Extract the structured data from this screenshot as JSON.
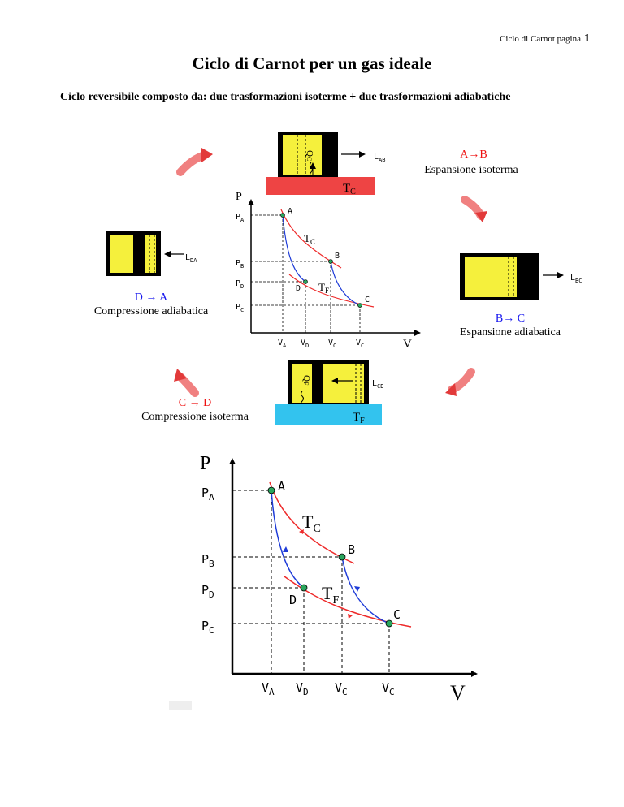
{
  "header": {
    "text": "Ciclo di Carnot  pagina",
    "page": "1"
  },
  "title": "Ciclo di Carnot per un gas ideale",
  "intro": "Ciclo reversibile composto da: due trasformazioni isoterme + due trasformazioni adiabatiche",
  "stages": {
    "ab": {
      "heading": "A→B",
      "desc": "Espansione isoterma",
      "work": "L",
      "work_sub": "AB",
      "heat": "Q",
      "heat_sub": "C",
      "res": "T",
      "res_sub": "C"
    },
    "bc": {
      "heading": "B→ C",
      "desc": "Espansione adiabatica",
      "work": "L",
      "work_sub": "BC"
    },
    "cd": {
      "heading": "C → D",
      "desc": "Compressione isoterma",
      "work": "L",
      "work_sub": "CD",
      "heat": "Q",
      "heat_sub": "F",
      "res": "T",
      "res_sub": "F"
    },
    "da": {
      "heading": "D → A",
      "desc": "Compressione adiabatica",
      "work": "L",
      "work_sub": "DA"
    }
  },
  "diagram": {
    "axis_p": "P",
    "axis_v": "V",
    "points": {
      "a": "A",
      "b": "B",
      "c": "C",
      "d": "D"
    },
    "iso_hot": "T",
    "iso_hot_sub": "C",
    "iso_cold": "T",
    "iso_cold_sub": "F",
    "p_labels": [
      {
        "t": "P",
        "s": "A"
      },
      {
        "t": "P",
        "s": "B"
      },
      {
        "t": "P",
        "s": "D"
      },
      {
        "t": "P",
        "s": "C"
      }
    ],
    "v_labels": [
      {
        "t": "V",
        "s": "A"
      },
      {
        "t": "V",
        "s": "D"
      },
      {
        "t": "V",
        "s": "C"
      },
      {
        "t": "V",
        "s": "C"
      }
    ]
  },
  "colors": {
    "heading": "#ee1111",
    "heading_blue": "#1515ee",
    "iso_curve": "#ee2b2b",
    "adi_curve": "#1f3cd8",
    "piston": "#f5f03c",
    "hot": "#ee4444",
    "cold": "#33c3ee",
    "point": "#29a55d"
  }
}
